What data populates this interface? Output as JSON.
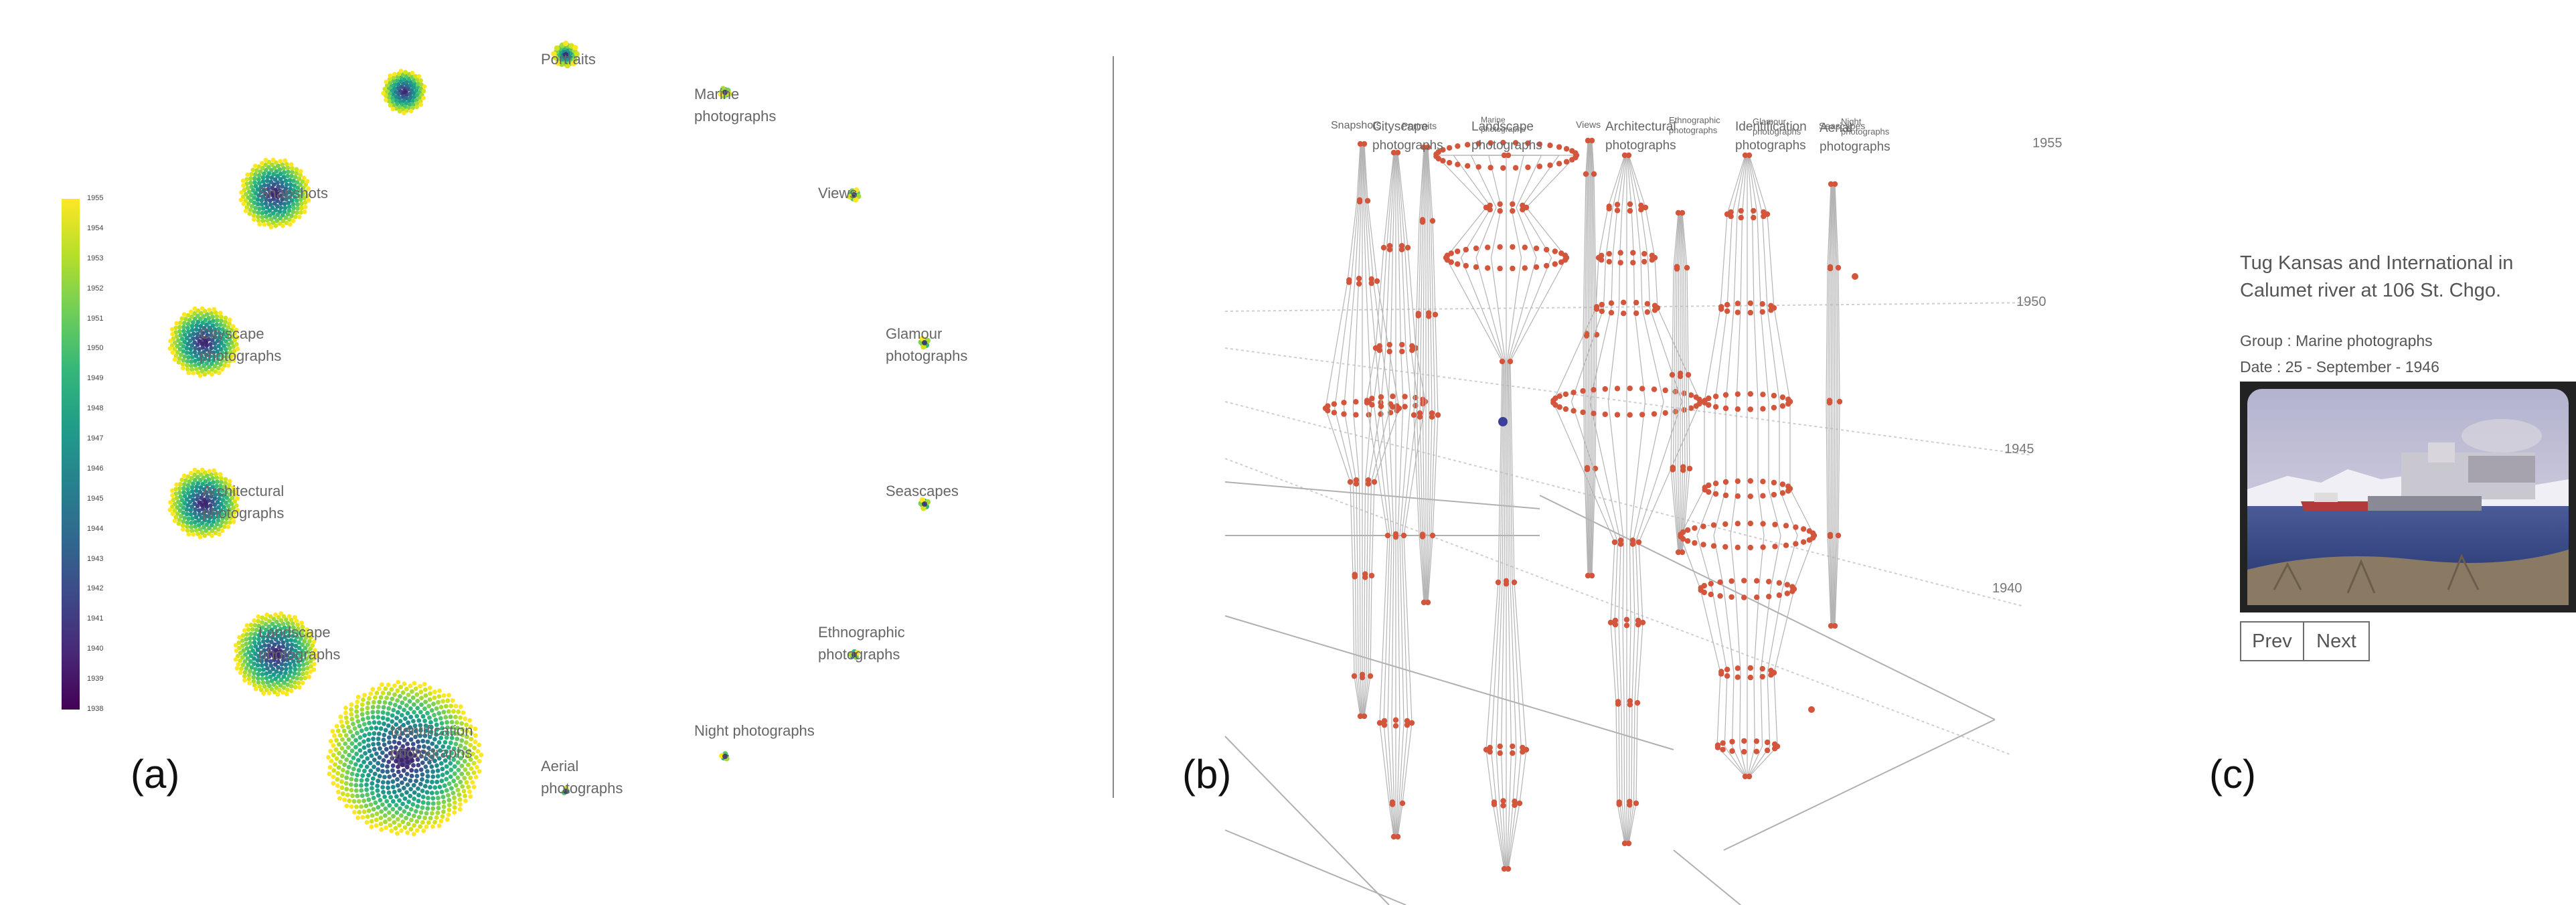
{
  "panel_a": {
    "tag": "(a)",
    "colorbar": {
      "years": [
        "1955",
        "1954",
        "1953",
        "1952",
        "1951",
        "1950",
        "1949",
        "1948",
        "1947",
        "1946",
        "1945",
        "1944",
        "1943",
        "1942",
        "1941",
        "1940",
        "1939",
        "1938"
      ],
      "colors": [
        "#fde725",
        "#d2e21b",
        "#a5db36",
        "#7ad151",
        "#54c568",
        "#35b779",
        "#22a884",
        "#1f988b",
        "#23888e",
        "#2a788e",
        "#31688e",
        "#39568c",
        "#414487",
        "#472f7d",
        "#481a6c",
        "#440154"
      ]
    },
    "groups": [
      {
        "label": "Portraits"
      },
      {
        "label": "Marine photographs"
      },
      {
        "label": "Snapshots"
      },
      {
        "label": "Views"
      },
      {
        "label": "Cityscape photographs"
      },
      {
        "label": "Glamour photographs"
      },
      {
        "label": "Architectural photographs"
      },
      {
        "label": "Seascapes"
      },
      {
        "label": "Landscape photographs"
      },
      {
        "label": "Ethnographic photographs"
      },
      {
        "label": "Identification photographs"
      },
      {
        "label": "Night photographs"
      },
      {
        "label": "Aerial photographs"
      }
    ]
  },
  "panel_b": {
    "tag": "(b)",
    "years": [
      "1955",
      "1950",
      "1945",
      "1940"
    ],
    "stack_labels": [
      {
        "text": "Snapshots",
        "small": true
      },
      {
        "text": "Cityscape photographs",
        "small": false
      },
      {
        "text": "Portraits",
        "small": true
      },
      {
        "text": "Landscape photographs",
        "small": false
      },
      {
        "text": "Marine photographs",
        "small": true
      },
      {
        "text": "Views",
        "small": true
      },
      {
        "text": "Architectural photographs",
        "small": false
      },
      {
        "text": "Ethnographic photographs",
        "small": true
      },
      {
        "text": "Identification photographs",
        "small": false
      },
      {
        "text": "Glamour photographs",
        "small": true
      },
      {
        "text": "Seascapes",
        "small": true
      },
      {
        "text": "Aerial photographs",
        "small": true
      },
      {
        "text": "Night photographs",
        "small": true
      }
    ]
  },
  "panel_c": {
    "tag": "(c)",
    "title": "Tug Kansas and International in Calumet river at 106 St. Chgo.",
    "group_line": "Group : Marine photographs",
    "date_line": "Date : 25 - September - 1946",
    "prev_label": "Prev",
    "next_label": "Next"
  },
  "colors": {
    "node": "#d2553c",
    "edge": "#b4b4b4",
    "highlight": "#3b3f99"
  }
}
